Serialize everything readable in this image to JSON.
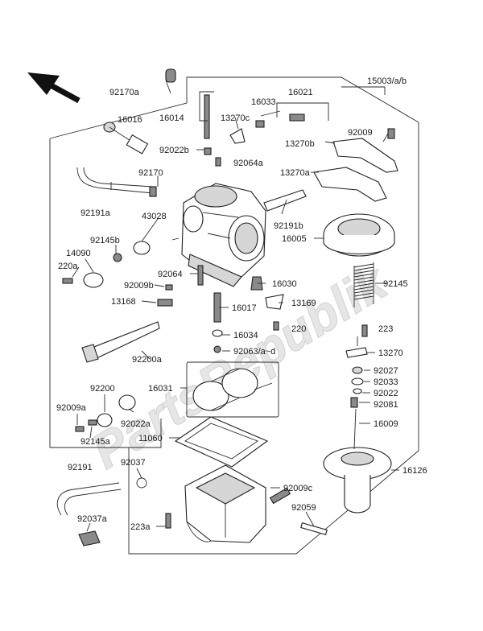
{
  "watermark": "PartsRepublik",
  "part_labels": [
    "92170a",
    "15003/a/b",
    "16021",
    "16033",
    "16014",
    "13270c",
    "16016",
    "92009",
    "92022b",
    "92064a",
    "13270b",
    "92170",
    "13270a",
    "92191a",
    "43028",
    "92191b",
    "16005",
    "92145b",
    "14090",
    "220a",
    "92064",
    "16030",
    "92145",
    "92009b",
    "13168",
    "16017",
    "13169",
    "220",
    "223",
    "16034",
    "92063/a~d",
    "13270",
    "92200a",
    "92027",
    "92033",
    "16031",
    "92022",
    "92200",
    "92081",
    "92009a",
    "92022a",
    "16009",
    "92145a",
    "11060",
    "92191",
    "92037",
    "16126",
    "92009c",
    "92059",
    "223a",
    "92037a"
  ]
}
